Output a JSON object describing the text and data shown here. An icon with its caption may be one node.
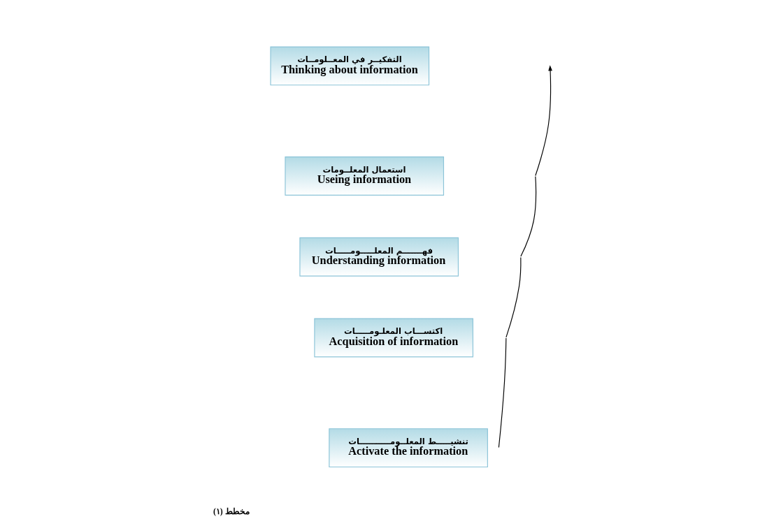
{
  "diagram": {
    "caption": "مخطط (١)",
    "nodes": [
      {
        "text": [
          "التفكيــر في المعــلومــات",
          "Thinking about information"
        ]
      },
      {
        "text": [
          "استعمال المعلــومات",
          "Useing information"
        ]
      },
      {
        "text": [
          "فهـــــــم المعلـــــومـــــات",
          "Understanding information"
        ]
      },
      {
        "text": [
          "اكتســـاب المعلـومـــــات",
          "Acquisition of information"
        ]
      },
      {
        "text": [
          "تنشيـــــط المعلــومـــــــــــات",
          "Activate the information"
        ]
      }
    ]
  }
}
